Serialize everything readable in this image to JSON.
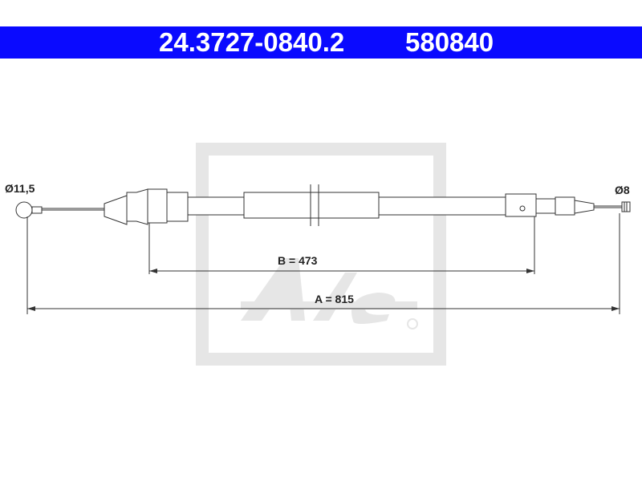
{
  "header": {
    "part_number": "24.3727-0840.2",
    "reference_number": "580840"
  },
  "diagram": {
    "left_end_diameter": "Ø11,5",
    "right_end_diameter": "Ø8",
    "dimension_b": "B = 473",
    "dimension_a": "A = 815"
  },
  "watermark": {
    "logo_text": "Ate",
    "registered_mark": "®"
  },
  "colors": {
    "header_background": "#0a0aff",
    "header_text": "#ffffff",
    "line": "#333333",
    "watermark": "#e6e6e6"
  }
}
